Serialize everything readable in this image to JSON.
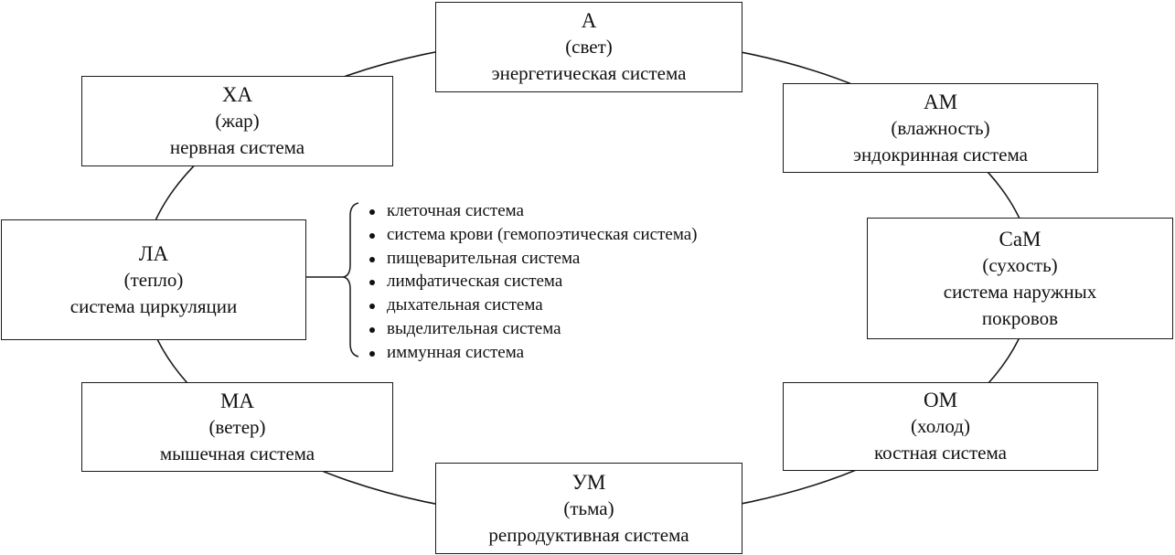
{
  "nodes": {
    "a": {
      "code": "А",
      "element": "(свет)",
      "system": [
        "энергетическая система"
      ]
    },
    "am": {
      "code": "АМ",
      "element": "(влажность)",
      "system": [
        "эндокринная система"
      ]
    },
    "cam": {
      "code": "СаМ",
      "element": "(сухость)",
      "system": [
        "система наружных",
        "покровов"
      ]
    },
    "om": {
      "code": "ОМ",
      "element": "(холод)",
      "system": [
        "костная система"
      ]
    },
    "um": {
      "code": "УМ",
      "element": "(тьма)",
      "system": [
        "репродуктивная система"
      ]
    },
    "ma": {
      "code": "МА",
      "element": "(ветер)",
      "system": [
        "мышечная система"
      ]
    },
    "la": {
      "code": "ЛА",
      "element": "(тепло)",
      "system": [
        "система циркуляции"
      ]
    },
    "xa": {
      "code": "ХА",
      "element": "(жар)",
      "system": [
        "нервная система"
      ]
    }
  },
  "subsystems": [
    "клеточная система",
    "система крови (гемопоэтическая система)",
    "пищеварительная система",
    "лимфатическая система",
    "дыхательная система",
    "выделительная система",
    "иммунная система"
  ]
}
